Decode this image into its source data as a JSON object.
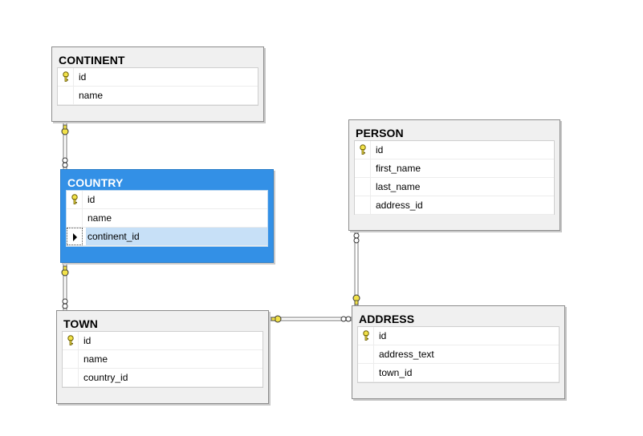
{
  "diagram": {
    "tables": [
      {
        "id": "continent",
        "name": "CONTINENT",
        "selected": false,
        "columns": [
          {
            "name": "id",
            "key": true
          },
          {
            "name": "name",
            "key": false
          }
        ]
      },
      {
        "id": "country",
        "name": "COUNTRY",
        "selected": true,
        "columns": [
          {
            "name": "id",
            "key": true
          },
          {
            "name": "name",
            "key": false
          },
          {
            "name": "continent_id",
            "key": false,
            "current": true
          }
        ]
      },
      {
        "id": "town",
        "name": "TOWN",
        "selected": false,
        "columns": [
          {
            "name": "id",
            "key": true
          },
          {
            "name": "name",
            "key": false
          },
          {
            "name": "country_id",
            "key": false
          }
        ]
      },
      {
        "id": "person",
        "name": "PERSON",
        "selected": false,
        "columns": [
          {
            "name": "id",
            "key": true
          },
          {
            "name": "first_name",
            "key": false
          },
          {
            "name": "last_name",
            "key": false
          },
          {
            "name": "address_id",
            "key": false
          }
        ]
      },
      {
        "id": "address",
        "name": "ADDRESS",
        "selected": false,
        "columns": [
          {
            "name": "id",
            "key": true
          },
          {
            "name": "address_text",
            "key": false
          },
          {
            "name": "town_id",
            "key": false
          }
        ]
      }
    ],
    "relationships": [
      {
        "from": "continent",
        "to": "country",
        "one_end": "continent",
        "many_end": "country"
      },
      {
        "from": "country",
        "to": "town",
        "one_end": "country",
        "many_end": "town"
      },
      {
        "from": "town",
        "to": "address",
        "one_end": "town",
        "many_end": "address"
      },
      {
        "from": "address",
        "to": "person",
        "one_end": "address",
        "many_end": "person"
      }
    ],
    "colors": {
      "selected_header": "#3390e6",
      "current_row": "#c7e0f7",
      "key_icon": "#f2e24a",
      "connector": "#7a7a7a"
    },
    "icons": {
      "primary_key": "key-icon",
      "row_pointer": "arrow-right-icon"
    }
  }
}
